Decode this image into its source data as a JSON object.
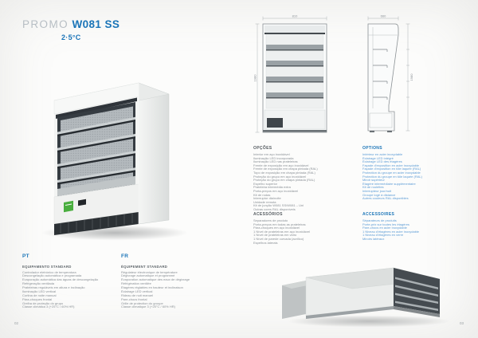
{
  "header": {
    "series": "PROMO",
    "model": "W081 SS",
    "temperature": "2·5°C"
  },
  "footer": {
    "left_page": "02",
    "right_page": "03"
  },
  "standard": {
    "pt_label": "PT",
    "fr_label": "FR",
    "pt_heading": "EQUIPAMENTO STANDARD",
    "fr_heading": "ÉQUIPEMENT STANDARD",
    "pt_items": [
      "Controlador eletrónico de temperatura",
      "Descongelação automática e programada",
      "Evaporação automática das águas de descongelação",
      "Refrigeração ventilada",
      "Prateleiras reguláveis em altura e inclinação",
      "Iluminação LED vertical",
      "Cortina de noite manual",
      "Pára-choques frontal",
      "Grelha de proteção do grupo",
      "Classe climática 3 (+25°C / 60% HR)"
    ],
    "fr_items": [
      "Régulateur électronique de température",
      "Dégivrage automatique et programmé",
      "Évaporation automatique des eaux de dégivrage",
      "Réfrigération ventilée",
      "Étagères réglables en hauteur et inclinaison",
      "Éclairage LED vertical",
      "Rideau de nuit manuel",
      "Pare-chocs frontal",
      "Grille de protection du groupe",
      "Classe climatique 3 (+25°C / 60% HR)"
    ]
  },
  "options": {
    "pt_heading": "OPÇÕES",
    "fr_heading": "OPTIONS",
    "pt_items": [
      "Interior em aço inoxidável",
      "Iluminação LED incorporada",
      "Iluminação LED nas prateleiras",
      "Frente de exposição em aço inoxidável",
      "Frente de exposição em chapa pintada (RAL)",
      "Topo de exposição em chapa pintada (RAL)",
      "Proteção do grupo em aço inoxidável",
      "Proteção do grupo em chapa pintada (RAL)",
      "Espelho superior",
      "Prateleira intermédia extra",
      "Porta-preços em aço inoxidável",
      "Kit de rodas",
      "Interruptor dia/noite",
      "Unidade remota",
      "Kit de junção W081 SS/W081 – Uni",
      "Outras cores RAL disponíveis"
    ],
    "fr_items": [
      "Intérieur en acier inoxydable",
      "Éclairage LED intégré",
      "Éclairage LED des étagères",
      "Façade d'exposition en acier inoxydable",
      "Façade d'exposition en tôle laquée (RAL)",
      "Protection du groupe en acier inoxydable",
      "Protection du groupe en tôle laquée (RAL)",
      "Miroir supérieur",
      "Étagère intermédiaire supplémentaire",
      "Kit de roulettes",
      "Interrupteur jour/nuit",
      "Groupe logé à distance",
      "Autres couleurs RAL disponibles"
    ]
  },
  "accessories": {
    "pt_heading": "ACESSÓRIOS",
    "fr_heading": "ACCESSOIRES",
    "pt_items": [
      "Separadores de produto",
      "Porta-preços em todas as prateleiras",
      "Pára-choques em aço inoxidável",
      "1 Nível de prateleiras em aço inoxidável",
      "1 Nível de prateleiras em vidro",
      "1 Nível de parede curvada (acrílico)",
      "Espelhos laterais"
    ],
    "fr_items": [
      "Séparateurs de produits",
      "Porte-prix sur toutes les étagères",
      "Pare-chocs en acier inoxydable",
      "1 Niveau d'étagères en acier inoxydable",
      "1 Niveau d'étagères en verre",
      "Miroirs latéraux"
    ]
  },
  "drawings": {
    "front": {
      "width_label": "810",
      "height_label": "1980"
    },
    "side": {
      "depth_label": "660",
      "height_label": "1980"
    }
  },
  "colors": {
    "accent_blue": "#1b75b8",
    "light_blue": "#5b9bd5",
    "text_gray": "#8a9096"
  }
}
